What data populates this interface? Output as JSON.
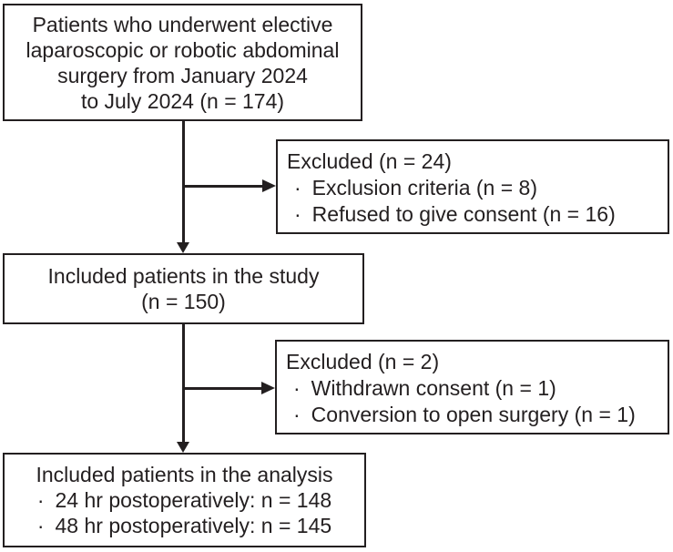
{
  "colors": {
    "line": "#231f20",
    "background": "#ffffff"
  },
  "flow": {
    "enrollment": {
      "lines": [
        "Patients who underwent elective",
        "laparoscopic or robotic abdominal",
        "surgery from January 2024",
        "to July 2024 (n = 174)"
      ]
    },
    "excluded1": {
      "title": "Excluded (n = 24)",
      "bullet": "·",
      "items": [
        "Exclusion criteria (n = 8)",
        "Refused to give consent (n = 16)"
      ]
    },
    "included_study": {
      "lines": [
        "Included patients in the study",
        "(n = 150)"
      ]
    },
    "excluded2": {
      "title": "Excluded (n = 2)",
      "bullet": "·",
      "items": [
        "Withdrawn consent (n = 1)",
        "Conversion to open surgery (n = 1)"
      ]
    },
    "analysis": {
      "title": "Included patients in the analysis",
      "bullet": "·",
      "items": [
        "24 hr postoperatively: n = 148",
        "48 hr postoperatively: n = 145"
      ]
    }
  }
}
